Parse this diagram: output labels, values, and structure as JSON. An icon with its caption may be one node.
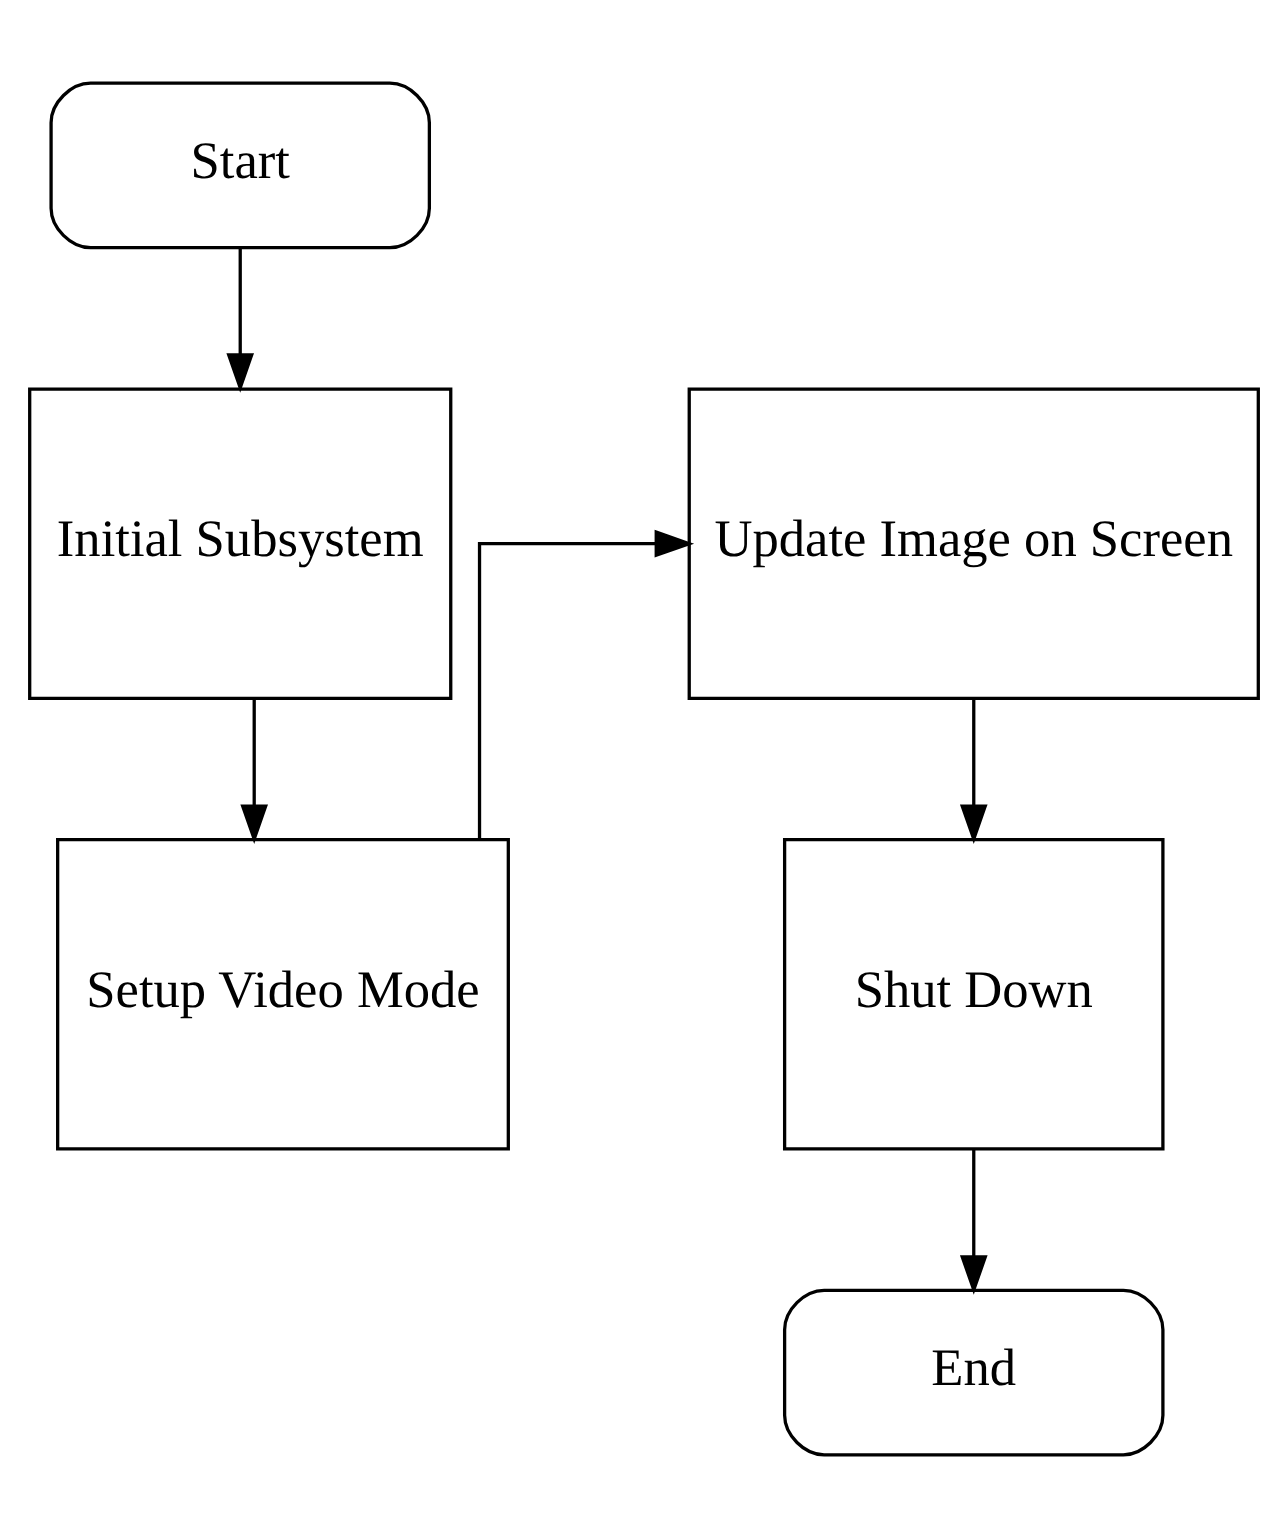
{
  "diagram": {
    "nodes": [
      {
        "text": [
          "Start"
        ]
      },
      {
        "text": [
          "Initial Subsystem"
        ]
      },
      {
        "text": [
          "Setup Video Mode"
        ]
      },
      {
        "text": [
          "Update Image on Screen"
        ]
      },
      {
        "text": [
          "Shut Down"
        ]
      },
      {
        "text": [
          "End"
        ]
      }
    ],
    "edges": [
      {
        "from": 0,
        "to": 1,
        "arrow": "to"
      },
      {
        "from": 1,
        "to": 2,
        "arrow": "to"
      },
      {
        "from": 2,
        "to": 3,
        "arrow": "to"
      },
      {
        "from": 3,
        "to": 4,
        "arrow": "to"
      },
      {
        "from": 4,
        "to": 5,
        "arrow": "to"
      }
    ]
  }
}
